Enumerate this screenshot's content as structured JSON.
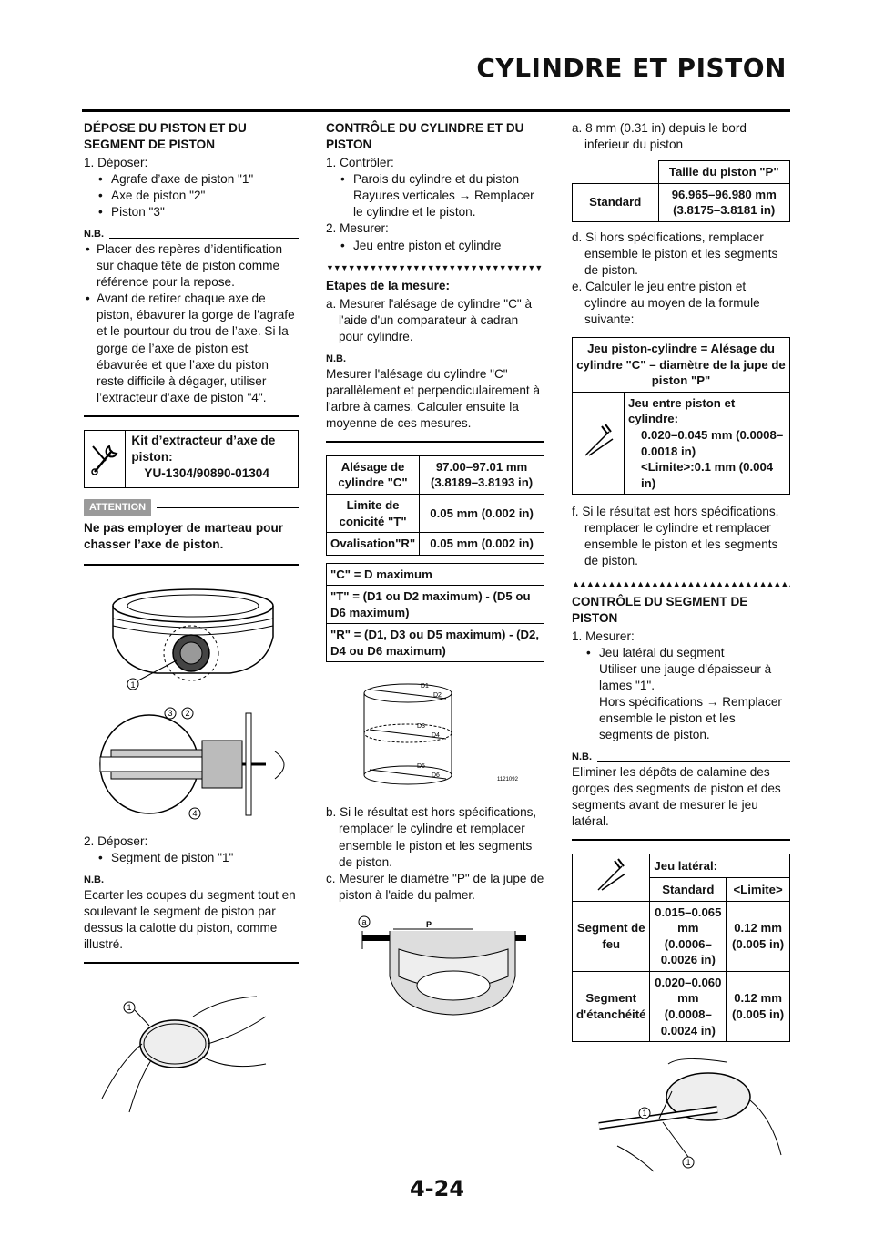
{
  "header": {
    "title": "CYLINDRE ET PISTON"
  },
  "footer": {
    "page_number": "4-24"
  },
  "col1": {
    "s1_title": "DÉPOSE DU PISTON ET DU SEGMENT DE PISTON",
    "s1_step1": "1.  Déposer:",
    "s1_b1": "Agrafe d’axe de piston \"1\"",
    "s1_b2": "Axe de piston \"2\"",
    "s1_b3": "Piston \"3\"",
    "nb_label": "N.B.",
    "nb1_b1": "Placer des repères d’identification sur chaque tête de piston comme référence pour la repose.",
    "nb1_b2": "Avant de retirer chaque axe de piston, ébavurer la gorge de l’agrafe et le pourtour du trou de l’axe. Si la gorge de l’axe de piston est ébavurée et que l’axe du piston reste difficile à dégager, utiliser l’extracteur d’axe de piston \"4\".",
    "tool_title": "Kit d’extracteur d’axe de piston:",
    "tool_number": "YU-1304/90890-01304",
    "attention_label": "ATTENTION",
    "attention_text": "Ne pas employer de marteau pour chasser l’axe de piston.",
    "fig1_callout": "1",
    "fig2_callout_3": "3",
    "fig2_callout_2": "2",
    "fig2_callout_4": "4",
    "s2_step": "2.  Déposer:",
    "s2_b1": "Segment de piston \"1\"",
    "nb2_text": "Ecarter les coupes du segment tout en soulevant le segment de piston par dessus la calotte du piston, comme illustré.",
    "fig3_callout": "1"
  },
  "col2": {
    "title": "CONTRÔLE DU CYLINDRE ET DU PISTON",
    "step1": "1.  Contrôler:",
    "b1": "Parois du cylindre et du piston",
    "b1_line2": "Rayures verticales → Remplacer le cylindre et le piston.",
    "step2": "2.  Mesurer:",
    "b2": "Jeu entre piston et cylindre",
    "triangles": "▼▼▼▼▼▼▼▼▼▼▼▼▼▼▼▼▼▼▼▼▼▼▼▼▼▼▼▼▼▼▼▼",
    "steps_title": "Etapes de la mesure:",
    "a": "a.  Mesurer l'alésage de cylindre \"C\" à l'aide d'un comparateur à cadran pour cylindre.",
    "nb_text": "Mesurer l'alésage du cylindre \"C\" parallèlement et perpendiculairement à l'arbre à cames. Calculer ensuite la moyenne de ces mesures.",
    "table1": [
      [
        "Alésage de cylindre \"C\"",
        "97.00–97.01 mm (3.8189–3.8193 in)"
      ],
      [
        "Limite de conicité \"T\"",
        "0.05 mm (0.002 in)"
      ],
      [
        "Ovalisation\"R\"",
        "0.05 mm (0.002 in)"
      ]
    ],
    "table2": [
      "\"C\" = D maximum",
      "\"T\" = (D1 ou D2 maximum) - (D5 ou D6 maximum)",
      "\"R\" = (D1, D3 ou D5 maximum) - (D2, D4 ou D6 maximum)"
    ],
    "fig_labels": [
      "D1",
      "D2",
      "D3",
      "D4",
      "D5",
      "D6"
    ],
    "fig_code": "1121092",
    "b": "b.  Si le résultat est hors spécifications, remplacer le cylindre et remplacer ensemble le piston et les segments de piston.",
    "c": "c.   Mesurer le diamètre \"P\" de la jupe de piston à l'aide du palmer.",
    "fig2_callout": "a",
    "fig2_p": "P"
  },
  "col3": {
    "a_note": "a.  8 mm (0.31 in) depuis le bord inferieur du piston",
    "size_header": "Taille du piston \"P\"",
    "size_label": "Standard",
    "size_value": "96.965–96.980 mm (3.8175–3.8181 in)",
    "d": "d.  Si hors spécifications, remplacer ensemble le piston et les segments de piston.",
    "e": "e.  Calculer le jeu entre piston et cylindre au moyen de la formule suivante:",
    "formula": "Jeu piston-cylindre = Alésage du cylindre \"C\" – diamètre de la jupe de piston \"P\"",
    "clear_title": "Jeu entre piston et cylindre:",
    "clear_value": "0.020–0.045 mm (0.0008–0.0018 in)",
    "clear_limit": "<Limite>:0.1 mm (0.004 in)",
    "f": "f.  Si le résultat est hors spécifications, remplacer le cylindre et remplacer ensemble le piston et les segments de piston.",
    "triangles_up": "▲▲▲▲▲▲▲▲▲▲▲▲▲▲▲▲▲▲▲▲▲▲▲▲▲▲▲▲▲▲▲▲",
    "s3_title": "CONTRÔLE DU SEGMENT DE PISTON",
    "step1": "1.  Mesurer:",
    "b1": "Jeu latéral du segment",
    "b1_l2": "Utiliser une jauge d'épaisseur à lames \"1\".",
    "b1_l3": "Hors spécifications → Remplacer ensemble le piston et les segments de piston.",
    "nb_label": "N.B.",
    "nb_text": "Eliminer les dépôts de calamine des gorges des segments de piston et des segments avant de mesurer le jeu latéral.",
    "side_title": "Jeu latéral:",
    "side_h_std": "Standard",
    "side_h_lim": "<Limite>",
    "side_rows": [
      [
        "Segment de feu",
        "0.015–0.065 mm (0.0006–0.0026 in)",
        "0.12 mm (0.005 in)"
      ],
      [
        "Segment d'étanchéité",
        "0.020–0.060 mm (0.0008–0.0024 in)",
        "0.12 mm (0.005 in)"
      ]
    ],
    "fig_callout": "1"
  }
}
